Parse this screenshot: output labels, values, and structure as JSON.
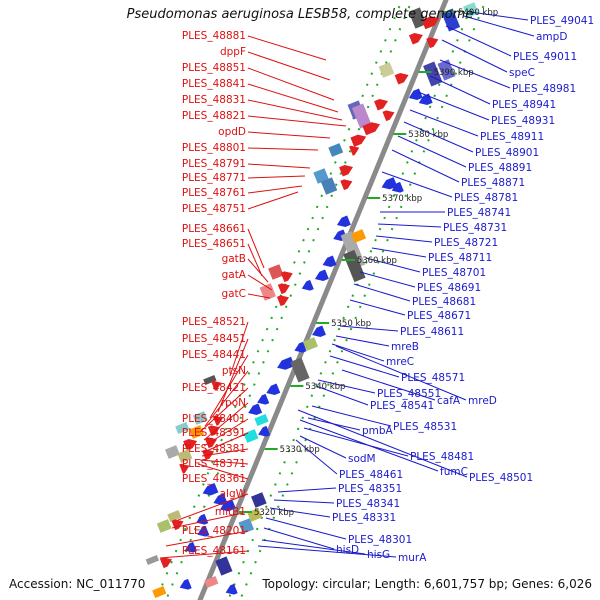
{
  "title": "Pseudomonas aeruginosa LESB58, complete genome",
  "footer": {
    "accession": "Accession: NC_011770",
    "summary": "Topology: circular; Length: 6,601,757 bp; Genes: 6,026"
  },
  "colors": {
    "forward_label": "#dd1111",
    "reverse_label": "#1a1acc",
    "backbone": "#8a8a8a"
  },
  "scale_ticks": [
    "5320 kbp",
    "5330 kbp",
    "5340 kbp",
    "5350 kbp",
    "5360 kbp",
    "5370 kbp",
    "5380 kbp",
    "5390 kbp",
    "5400 kbp"
  ],
  "left_genes": [
    "PLES_48881",
    "dppF",
    "PLES_48851",
    "PLES_48841",
    "PLES_48831",
    "PLES_48821",
    "opdD",
    "PLES_48801",
    "PLES_48791",
    "PLES_48771",
    "PLES_48761",
    "PLES_48751",
    "PLES_48661",
    "PLES_48651",
    "gatB",
    "gatA",
    "gatC",
    "PLES_48521",
    "PLES_48451",
    "PLES_48441",
    "ptsN",
    "PLES_48421",
    "rpoN",
    "PLES_48401",
    "PLES_48391",
    "PLES_48381",
    "PLES_48371",
    "PLES_48361",
    "algW",
    "mltB1",
    "PLES_48201",
    "PLES_48161"
  ],
  "right_genes": [
    "PLES_49041",
    "ampD",
    "PLES_49011",
    "speC",
    "PLES_48981",
    "PLES_48941",
    "PLES_48931",
    "PLES_48911",
    "PLES_48901",
    "PLES_48891",
    "PLES_48871",
    "PLES_48781",
    "PLES_48741",
    "PLES_48731",
    "PLES_48721",
    "PLES_48711",
    "PLES_48701",
    "PLES_48691",
    "PLES_48681",
    "PLES_48671",
    "PLES_48611",
    "mreB",
    "mreC",
    "PLES_48571",
    "cafA",
    "mreD",
    "PLES_48551",
    "PLES_48541",
    "PLES_48531",
    "pmbA",
    "PLES_48481",
    "sodM",
    "fumC",
    "PLES_48501",
    "PLES_48461",
    "PLES_48351",
    "PLES_48341",
    "PLES_48331",
    "PLES_48301",
    "hisD",
    "hisG",
    "murA"
  ]
}
